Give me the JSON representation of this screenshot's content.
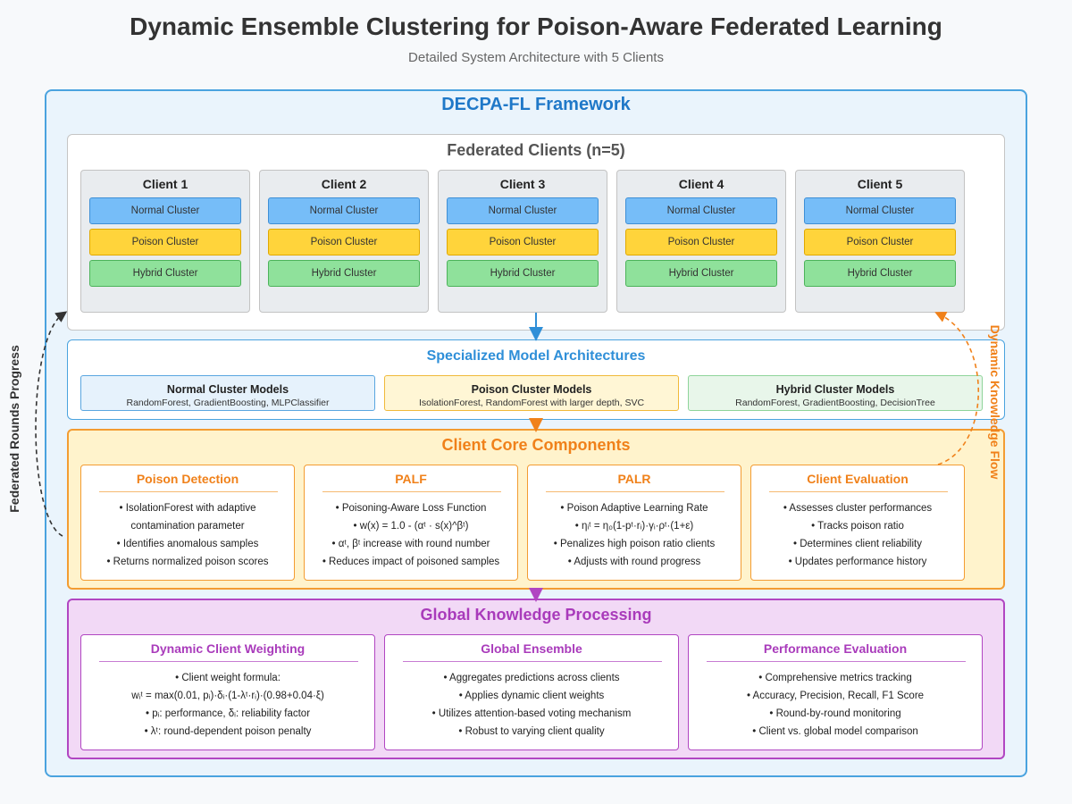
{
  "header": {
    "title": "Dynamic Ensemble Clustering for Poison-Aware Federated Learning",
    "subtitle": "Detailed System Architecture with 5 Clients"
  },
  "framework": {
    "title": "DECPA-FL Framework"
  },
  "clients": {
    "title": "Federated Clients (n=5)",
    "items": [
      {
        "name": "Client 1",
        "normal": "Normal Cluster",
        "poison": "Poison Cluster",
        "hybrid": "Hybrid Cluster"
      },
      {
        "name": "Client 2",
        "normal": "Normal Cluster",
        "poison": "Poison Cluster",
        "hybrid": "Hybrid Cluster"
      },
      {
        "name": "Client 3",
        "normal": "Normal Cluster",
        "poison": "Poison Cluster",
        "hybrid": "Hybrid Cluster"
      },
      {
        "name": "Client 4",
        "normal": "Normal Cluster",
        "poison": "Poison Cluster",
        "hybrid": "Hybrid Cluster"
      },
      {
        "name": "Client 5",
        "normal": "Normal Cluster",
        "poison": "Poison Cluster",
        "hybrid": "Hybrid Cluster"
      }
    ]
  },
  "architectures": {
    "title": "Specialized Model Architectures",
    "normal": {
      "title": "Normal Cluster Models",
      "desc": "RandomForest, GradientBoosting, MLPClassifier"
    },
    "poison": {
      "title": "Poison Cluster Models",
      "desc": "IsolationForest, RandomForest with larger depth, SVC"
    },
    "hybrid": {
      "title": "Hybrid Cluster Models",
      "desc": "RandomForest, GradientBoosting, DecisionTree"
    }
  },
  "core": {
    "title": "Client Core Components",
    "components": [
      {
        "title": "Poison Detection",
        "items": [
          "• IsolationForest with adaptive",
          "contamination parameter",
          "• Identifies anomalous samples",
          "• Returns normalized poison scores"
        ]
      },
      {
        "title": "PALF",
        "items": [
          "• Poisoning-Aware Loss Function",
          "• w(x) = 1.0 - (αᵗ · s(x)^βᵗ)",
          "• αᵗ, βᵗ increase with round number",
          "• Reduces impact of poisoned samples"
        ]
      },
      {
        "title": "PALR",
        "items": [
          "• Poison Adaptive Learning Rate",
          "• ηᵢᵗ = η₀(1-pᵗ·rᵢ)·γᵢ·ρᵗ·(1+ε)",
          "• Penalizes high poison ratio clients",
          "• Adjusts with round progress"
        ]
      },
      {
        "title": "Client Evaluation",
        "items": [
          "• Assesses cluster performances",
          "• Tracks poison ratio",
          "• Determines client reliability",
          "• Updates performance history"
        ]
      }
    ]
  },
  "global": {
    "title": "Global Knowledge Processing",
    "components": [
      {
        "title": "Dynamic Client Weighting",
        "items": [
          "• Client weight formula:",
          "wᵢᵗ = max(0.01, pᵢ)·δᵢ·(1-λᵗ·rᵢ)·(0.98+0.04·ξ)",
          "• pᵢ: performance, δᵢ: reliability factor",
          "• λᵗ: round-dependent poison penalty"
        ]
      },
      {
        "title": "Global Ensemble",
        "items": [
          "• Aggregates predictions across clients",
          "• Applies dynamic client weights",
          "• Utilizes attention-based voting mechanism",
          "• Robust to varying client quality"
        ]
      },
      {
        "title": "Performance Evaluation",
        "items": [
          "• Comprehensive metrics tracking",
          "• Accuracy, Precision, Recall, F1 Score",
          "• Round-by-round monitoring",
          "• Client vs. global model comparison"
        ]
      }
    ]
  },
  "side_labels": {
    "left": "Federated Rounds Progress",
    "right": "Dynamic Knowledge Flow"
  },
  "colors": {
    "blue": "#4aa3df",
    "orange": "#f39c32",
    "purple": "#b146c2",
    "dark": "#333333"
  }
}
